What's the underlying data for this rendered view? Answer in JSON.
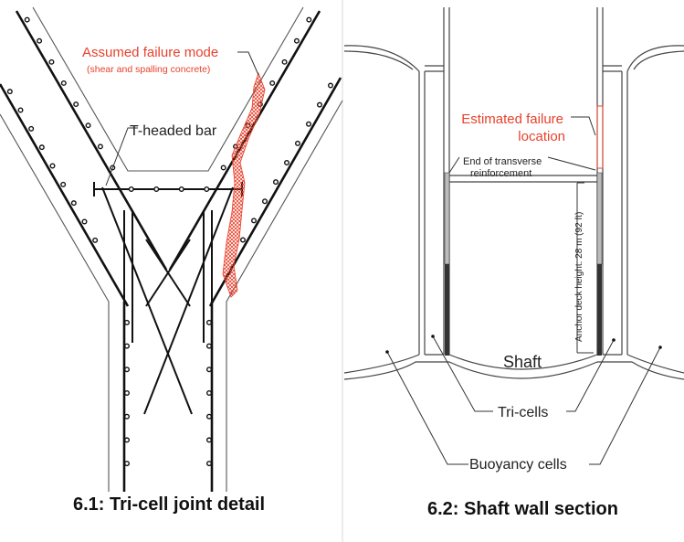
{
  "figure_left": {
    "caption": "6.1: Tri-cell joint detail",
    "annotations": {
      "failure_title": "Assumed failure mode",
      "failure_subtitle": "(shear and spalling concrete)",
      "t_headed_bar": "T-headed bar"
    }
  },
  "figure_right": {
    "caption": "6.2: Shaft wall section",
    "annotations": {
      "failure_line1": "Estimated failure",
      "failure_line2": "location",
      "transverse_line1": "End of transverse",
      "transverse_line2": "reinforcement",
      "anchor_height": "Anchor deck height: 28 m (92 ft)",
      "shaft": "Shaft",
      "tri_cells": "Tri-cells",
      "buoyancy_cells": "Buoyancy cells"
    }
  },
  "colors": {
    "annotation_red": "#e8412c",
    "line": "#111111",
    "divider": "#e6e6e6"
  }
}
